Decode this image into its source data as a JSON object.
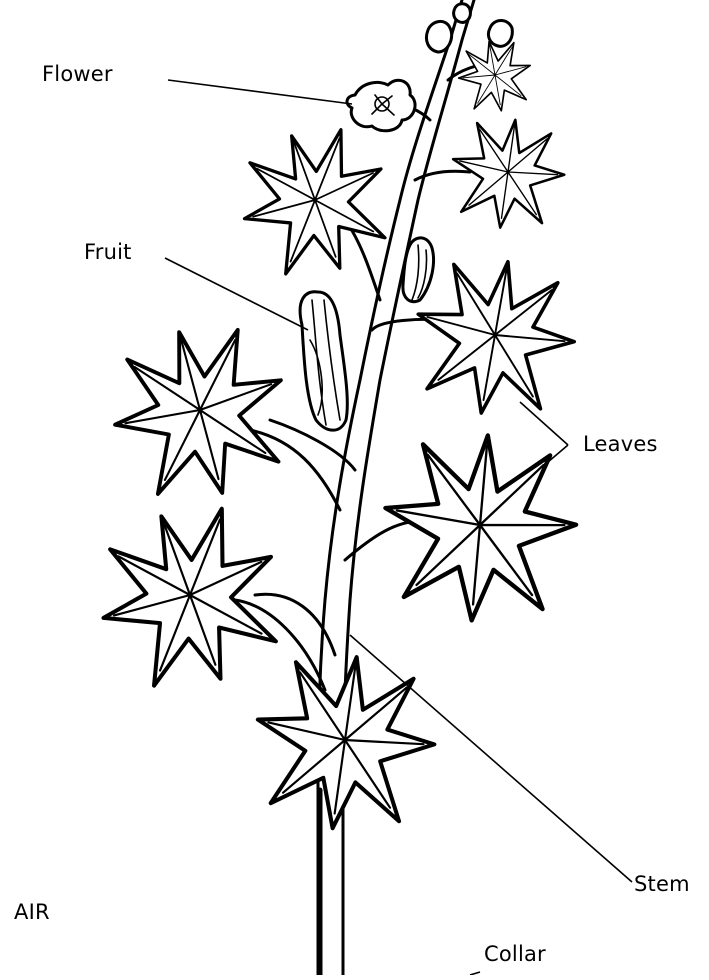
{
  "labels": {
    "flower": "Flower",
    "fruit": "Fruit",
    "leaves": "Leaves",
    "stem": "Stem",
    "air": "AIR",
    "collar": "Collar"
  },
  "colors": {
    "ink": "#000000",
    "background": "#ffffff"
  }
}
